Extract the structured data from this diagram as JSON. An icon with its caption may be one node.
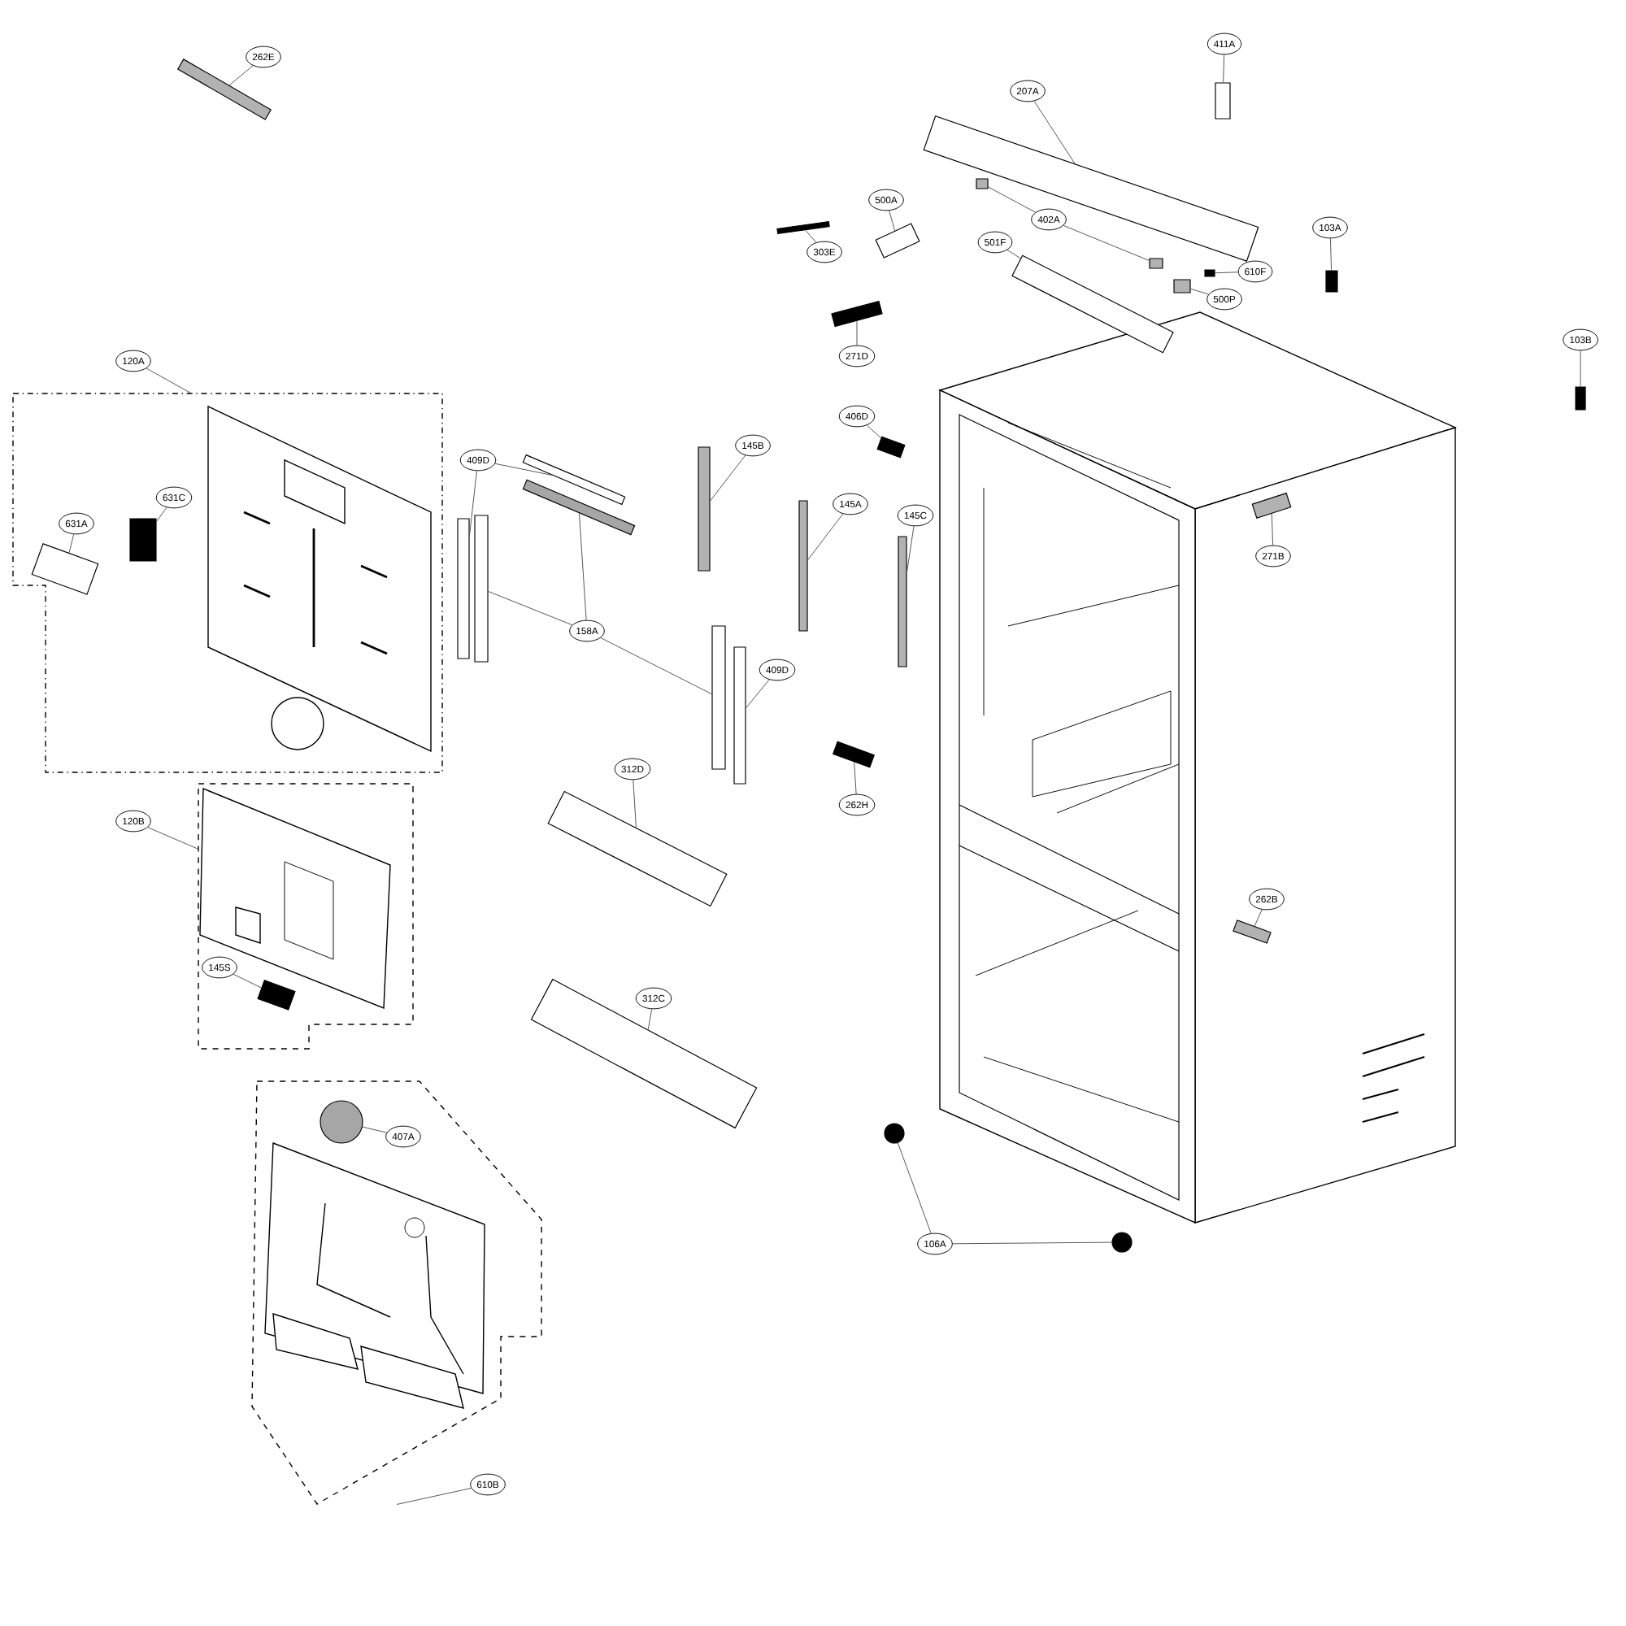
{
  "diagram": {
    "nodes": [
      {
        "text": [
          "262E"
        ]
      },
      {
        "text": [],
        "shape": "box"
      },
      {
        "text": [
          "411A"
        ]
      },
      {
        "text": [],
        "shape": "box"
      },
      {
        "text": [
          "207A"
        ]
      },
      {
        "text": [],
        "shape": "box"
      },
      {
        "text": [
          "500A"
        ]
      },
      {
        "text": [],
        "shape": "box"
      },
      {
        "text": [
          "402A"
        ]
      },
      {
        "text": [],
        "shape": "box"
      },
      {
        "text": [],
        "shape": "box"
      },
      {
        "text": [
          "303E"
        ]
      },
      {
        "text": [],
        "shape": "box"
      },
      {
        "text": [
          "501F"
        ]
      },
      {
        "text": [],
        "shape": "box"
      },
      {
        "text": [
          "610F"
        ]
      },
      {
        "text": [],
        "shape": "box"
      },
      {
        "text": [
          "500P"
        ]
      },
      {
        "text": [],
        "shape": "box"
      },
      {
        "text": [
          "103A"
        ]
      },
      {
        "text": [],
        "shape": "box"
      },
      {
        "text": [
          "103B"
        ]
      },
      {
        "text": [],
        "shape": "box"
      },
      {
        "text": [
          "271D"
        ]
      },
      {
        "text": [],
        "shape": "box"
      },
      {
        "text": [
          "406D"
        ]
      },
      {
        "text": [],
        "shape": "box"
      },
      {
        "text": [
          "271B"
        ]
      },
      {
        "text": [],
        "shape": "box"
      },
      {
        "text": [],
        "shape": "box"
      },
      {
        "text": [
          "120A"
        ]
      },
      {
        "text": [
          "631C"
        ],
        "in": 29
      },
      {
        "text": [],
        "shape": "box",
        "in": 29
      },
      {
        "text": [
          "631A"
        ],
        "in": 29
      },
      {
        "text": [],
        "shape": "box",
        "in": 29
      },
      {
        "text": [
          "409D"
        ]
      },
      {
        "text": [],
        "shape": "box"
      },
      {
        "text": [],
        "shape": "box"
      },
      {
        "text": [
          "145B"
        ]
      },
      {
        "text": [],
        "shape": "box"
      },
      {
        "text": [
          "145A"
        ]
      },
      {
        "text": [],
        "shape": "box"
      },
      {
        "text": [
          "145C"
        ]
      },
      {
        "text": [],
        "shape": "box"
      },
      {
        "text": [
          "158A"
        ]
      },
      {
        "text": [],
        "shape": "box"
      },
      {
        "text": [],
        "shape": "box"
      },
      {
        "text": [],
        "shape": "box"
      },
      {
        "text": [
          "409D"
        ]
      },
      {
        "text": [],
        "shape": "box"
      },
      {
        "text": [
          "312D"
        ]
      },
      {
        "text": [],
        "shape": "box"
      },
      {
        "text": [
          "262H"
        ]
      },
      {
        "text": [],
        "shape": "box"
      },
      {
        "text": [],
        "shape": "box"
      },
      {
        "text": [
          "120B"
        ]
      },
      {
        "text": [
          "145S"
        ],
        "in": 54
      },
      {
        "text": [],
        "shape": "box",
        "in": 54
      },
      {
        "text": [
          "262B"
        ]
      },
      {
        "text": [],
        "shape": "box"
      },
      {
        "text": [
          "312C"
        ]
      },
      {
        "text": [],
        "shape": "box"
      },
      {
        "text": [],
        "shape": "box"
      },
      {
        "text": [
          "407A"
        ],
        "in": 62
      },
      {
        "text": [],
        "shape": "circle",
        "in": 62
      },
      {
        "text": [
          "610B"
        ]
      },
      {
        "text": [
          "106A"
        ]
      },
      {
        "text": [],
        "shape": "circle"
      },
      {
        "text": [],
        "shape": "circle"
      }
    ],
    "edges": [
      {
        "from": 0,
        "to": 1,
        "arrow": "none"
      },
      {
        "from": 2,
        "to": 3,
        "arrow": "none"
      },
      {
        "from": 4,
        "to": 5,
        "arrow": "none"
      },
      {
        "from": 6,
        "to": 7,
        "arrow": "none"
      },
      {
        "from": 8,
        "to": 9,
        "arrow": "none"
      },
      {
        "from": 8,
        "to": 10,
        "arrow": "none"
      },
      {
        "from": 11,
        "to": 12,
        "arrow": "none"
      },
      {
        "from": 13,
        "to": 14,
        "arrow": "none"
      },
      {
        "from": 15,
        "to": 16,
        "arrow": "none"
      },
      {
        "from": 17,
        "to": 18,
        "arrow": "none"
      },
      {
        "from": 19,
        "to": 20,
        "arrow": "none"
      },
      {
        "from": 21,
        "to": 22,
        "arrow": "none"
      },
      {
        "from": 23,
        "to": 24,
        "arrow": "none"
      },
      {
        "from": 25,
        "to": 26,
        "arrow": "none"
      },
      {
        "from": 27,
        "to": 28,
        "arrow": "none"
      },
      {
        "from": 30,
        "to": 29,
        "arrow": "none"
      },
      {
        "from": 31,
        "to": 32,
        "arrow": "none"
      },
      {
        "from": 33,
        "to": 34,
        "arrow": "none"
      },
      {
        "from": 35,
        "to": 36,
        "arrow": "none"
      },
      {
        "from": 35,
        "to": 37,
        "arrow": "none"
      },
      {
        "from": 38,
        "to": 39,
        "arrow": "none"
      },
      {
        "from": 40,
        "to": 41,
        "arrow": "none"
      },
      {
        "from": 42,
        "to": 43,
        "arrow": "none"
      },
      {
        "from": 44,
        "to": 45,
        "arrow": "none"
      },
      {
        "from": 44,
        "to": 46,
        "arrow": "none"
      },
      {
        "from": 44,
        "to": 47,
        "arrow": "none"
      },
      {
        "from": 48,
        "to": 49,
        "arrow": "none"
      },
      {
        "from": 50,
        "to": 51,
        "arrow": "none"
      },
      {
        "from": 52,
        "to": 53,
        "arrow": "none"
      },
      {
        "from": 55,
        "to": 54,
        "arrow": "none"
      },
      {
        "from": 56,
        "to": 57,
        "arrow": "none"
      },
      {
        "from": 58,
        "to": 59,
        "arrow": "none"
      },
      {
        "from": 60,
        "to": 61,
        "arrow": "none"
      },
      {
        "from": 65,
        "to": 62,
        "arrow": "none"
      },
      {
        "from": 63,
        "to": 64,
        "arrow": "none"
      },
      {
        "from": 66,
        "to": 67,
        "arrow": "none"
      },
      {
        "from": 66,
        "to": 68,
        "arrow": "none"
      }
    ]
  }
}
